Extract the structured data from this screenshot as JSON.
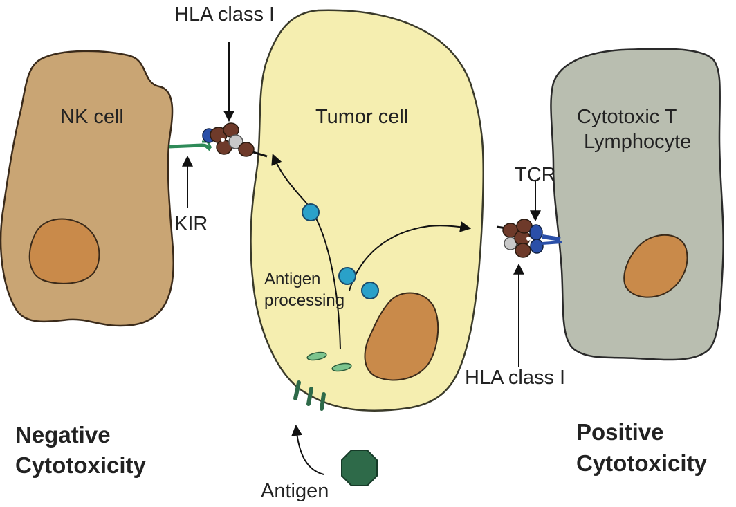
{
  "cells": {
    "nk": "NK cell",
    "tumor": "Tumor cell",
    "ctl_line1": "Cytotoxic T",
    "ctl_line2": "Lymphocyte"
  },
  "labels": {
    "hla_top": "HLA class I",
    "kir": "KIR",
    "tcr": "TCR",
    "hla_bottom": "HLA class I",
    "antigen_processing_line1": "Antigen",
    "antigen_processing_line2": "processing",
    "antigen": "Antigen"
  },
  "outcomes": {
    "negative_line1": "Negative",
    "negative_line2": "Cytotoxicity",
    "positive_line1": "Positive",
    "positive_line2": "Cytotoxicity"
  },
  "colors": {
    "nk_cell": "#c9a574",
    "tumor_cell": "#f5eeb0",
    "ctl_cell": "#b9beb0",
    "nucleus": "#c98a4a",
    "hla_subunit": "#6e3a2a",
    "receptor_green": "#2e8a58",
    "receptor_blue": "#2a4fa8",
    "antigen_dot": "#2aa1c9",
    "antigen": "#2e6a49"
  }
}
